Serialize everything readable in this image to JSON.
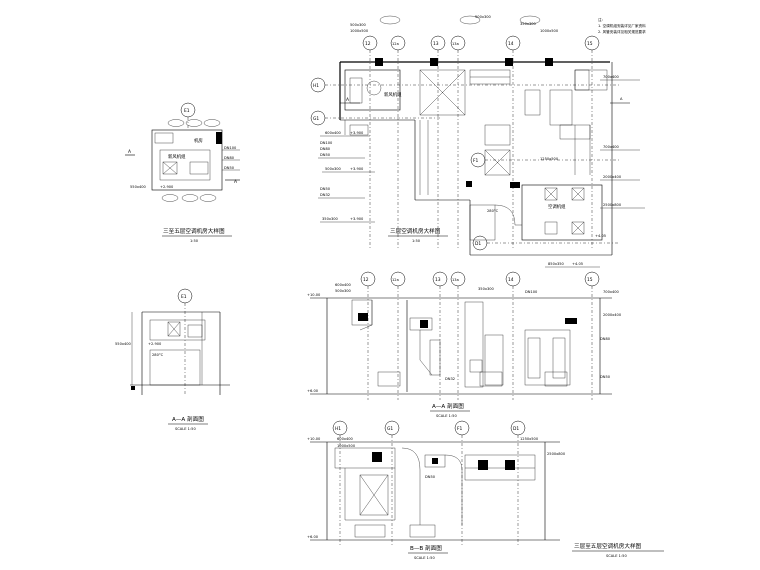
{
  "drawing": {
    "view_1_title": "三至五层空调机房大样图",
    "view_1_scale": "1:50",
    "view_2_title": "三层空调机房大样图",
    "view_2_scale": "1:50",
    "view_3_title": "A—A 剖面图",
    "view_3_scale": "SCALE 1:50",
    "view_4_title": "A—A 剖面图",
    "view_4_scale": "SCALE 1:50",
    "view_5_title": "B—B 剖面图",
    "view_5_scale": "SCALE 1:50",
    "view_6_title": "三层至五层空调机房大样图",
    "view_6_scale": "SCALE 1:50"
  },
  "grid_bubbles": {
    "plan_top": [
      "12",
      "12a",
      "13",
      "13a",
      "14",
      "15"
    ],
    "plan_left": [
      "H1",
      "G1",
      "F1",
      "D1"
    ],
    "small_plan": [
      "E1"
    ],
    "section_aa": [
      "12",
      "12a",
      "13",
      "13a",
      "14",
      "15"
    ],
    "section_bb": [
      "H1",
      "G1",
      "F1",
      "D1"
    ]
  },
  "labels": {
    "ahu": "新风机组",
    "ahu2": "空调机组",
    "room": "机房",
    "duct_1": "1000x500",
    "duct_2": "600x400",
    "duct_3": "500x300",
    "duct_4": "350x300",
    "duct_5": "700x400",
    "duct_6": "2000x400",
    "duct_7": "2500x800",
    "duct_8": "1250x500",
    "duct_9": "850x350",
    "duct_10": "550x400",
    "duct_11": "2500x800",
    "elev_1": "+10.00",
    "elev_2": "+6.00",
    "elev_3": "+3.900",
    "elev_4": "+4.05",
    "elev_5": "+2.900",
    "temp": "280°C",
    "pipe_1": "DN100",
    "pipe_2": "DN80",
    "pipe_3": "DN50",
    "pipe_4": "DN32",
    "sec_mark": "A",
    "sec_mark_b": "B"
  },
  "notes": {
    "heading": "注:",
    "line1": "1. 空调机组安装详见厂家资料",
    "line2": "2. 风管安装详见相关规范要求"
  }
}
